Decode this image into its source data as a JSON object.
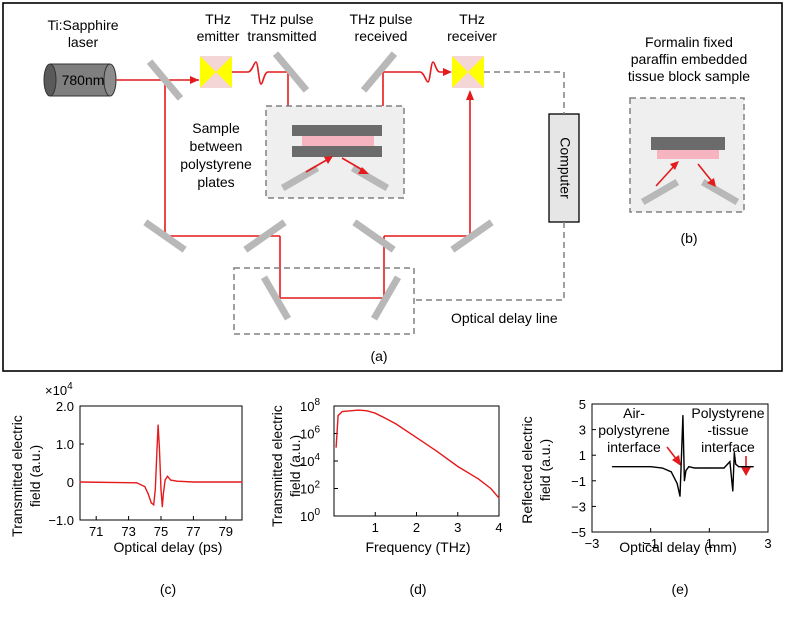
{
  "setup": {
    "laser_label_1": "Ti:Sapphire",
    "laser_label_2": "laser",
    "laser_wavelength": "780nm",
    "emitter_1": "THz",
    "emitter_2": "emitter",
    "pulse_tx_1": "THz pulse",
    "pulse_tx_2": "transmitted",
    "pulse_rx_1": "THz pulse",
    "pulse_rx_2": "received",
    "receiver_1": "THz",
    "receiver_2": "receiver",
    "sample_1": "Sample",
    "sample_2": "between",
    "sample_3": "polystyrene",
    "sample_4": "plates",
    "computer": "Computer",
    "delay_line": "Optical delay line",
    "tissue_1": "Formalin fixed",
    "tissue_2": "paraffin embedded",
    "tissue_3": "tissue block sample",
    "panel_a": "(a)",
    "panel_b": "(b)"
  },
  "chart_data": [
    {
      "type": "line",
      "panel": "(c)",
      "exponent_label": "×10",
      "exponent_power": "4",
      "ylabel_1": "Transmitted electric",
      "ylabel_2": "field (a.u.)",
      "xlabel": "Optical delay (ps)",
      "xlim": [
        70,
        80
      ],
      "ylim": [
        -1.0,
        2.0
      ],
      "xticks": [
        71,
        73,
        75,
        77,
        79
      ],
      "yticks": [
        -1.0,
        0,
        1.0,
        2.0
      ],
      "ytick_labels": [
        "−1.0",
        "0",
        "1.0",
        "2.0"
      ],
      "series_color": "#e41a1c",
      "x": [
        70.0,
        73.5,
        74.0,
        74.2,
        74.4,
        74.55,
        74.65,
        74.75,
        74.82,
        74.9,
        75.0,
        75.08,
        75.15,
        75.25,
        75.4,
        75.6,
        76.0,
        77.0,
        80.0
      ],
      "y": [
        0,
        -0.02,
        -0.12,
        -0.3,
        -0.55,
        -0.6,
        -0.2,
        0.8,
        1.5,
        0.9,
        -0.2,
        -0.65,
        -0.3,
        0.05,
        0.15,
        0.05,
        0.02,
        0,
        0
      ]
    },
    {
      "type": "line",
      "panel": "(d)",
      "ylabel_1": "Transmitted electric",
      "ylabel_2": "field (a.u.)",
      "xlabel": "Frequency (THz)",
      "xlim": [
        0,
        4
      ],
      "yscale": "log",
      "ylim": [
        1,
        100000000
      ],
      "xticks": [
        1,
        2,
        3,
        4
      ],
      "ytick_base": "10",
      "ytick_exponents": [
        "0",
        "2",
        "4",
        "6",
        "8"
      ],
      "series_color": "#e41a1c",
      "x": [
        0.05,
        0.1,
        0.2,
        0.4,
        0.6,
        0.8,
        1.0,
        1.2,
        1.5,
        2.0,
        2.5,
        3.0,
        3.5,
        3.8,
        4.0
      ],
      "y": [
        100000,
        20000000,
        40000000,
        45000000,
        50000000,
        45000000,
        30000000,
        15000000,
        5000000,
        500000,
        50000,
        4000,
        500,
        100,
        20
      ]
    },
    {
      "type": "line",
      "panel": "(e)",
      "ylabel_1": "Reflected electric",
      "ylabel_2": "field (a.u.)",
      "xlabel": "Optical delay (mm)",
      "xlim": [
        -3,
        3
      ],
      "ylim": [
        -5,
        5
      ],
      "xticks": [
        -3,
        -1,
        1,
        3
      ],
      "xtick_labels": [
        "−3",
        "−1",
        "1",
        "3"
      ],
      "yticks": [
        -5,
        -3,
        -1,
        1,
        3,
        5
      ],
      "ytick_labels": [
        "−5",
        "−3",
        "−1",
        "1",
        "3",
        "5"
      ],
      "annotation_1a": "Air-",
      "annotation_1b": "polystyrene",
      "annotation_1c": "interface",
      "annotation_2a": "Polystyrene",
      "annotation_2b": "-tissue",
      "annotation_2c": "interface",
      "series_color": "#000000",
      "x": [
        -2.3,
        -1.0,
        -0.6,
        -0.3,
        -0.1,
        0.0,
        0.05,
        0.1,
        0.15,
        0.2,
        0.3,
        0.5,
        1.0,
        1.5,
        1.7,
        1.8,
        1.85,
        1.9,
        2.0,
        2.1,
        2.5
      ],
      "y": [
        0.1,
        0.1,
        0.0,
        -0.3,
        -1.2,
        -2.2,
        1.0,
        4.1,
        -1.0,
        -0.2,
        0.1,
        0.0,
        0.0,
        0.0,
        0.5,
        -1.8,
        1.2,
        0.3,
        0.1,
        0.1,
        0.1
      ]
    }
  ],
  "panels_bottom": {
    "c": "(c)",
    "d": "(d)",
    "e": "(e)"
  }
}
